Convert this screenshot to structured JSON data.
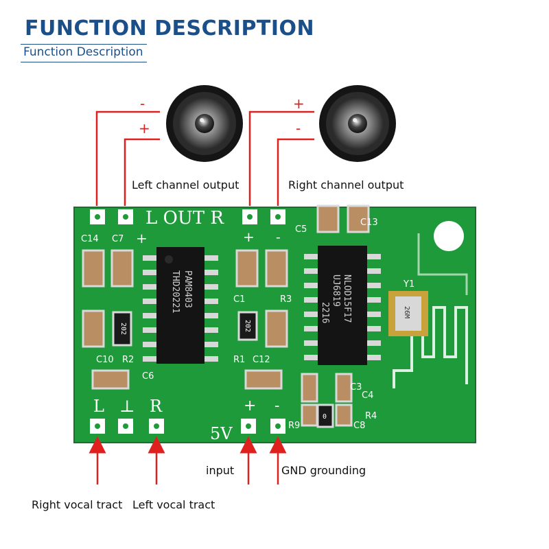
{
  "header": {
    "title": "FUNCTION DESCRIPTION",
    "subtitle": "Function Description"
  },
  "speakers": {
    "left": {
      "pin_top": "-",
      "pin_bottom": "+"
    },
    "right": {
      "pin_top": "+",
      "pin_bottom": "-"
    }
  },
  "labels": {
    "left_channel_output": "Left channel output",
    "right_channel_output": "Right channel output",
    "input": "input",
    "gnd_grounding": "GND grounding",
    "right_vocal_tract": "Right vocal tract",
    "left_vocal_tract": "Left vocal tract"
  },
  "board": {
    "silkscreen_top": "L OUT R",
    "silkscreen_bottom_left": [
      "L",
      "⊥",
      "R"
    ],
    "silkscreen_5v": "5V",
    "plus": "+",
    "minus": "-",
    "chip1_line1": "PAM8403",
    "chip1_line2": "THD20221",
    "chip2_line1": "NLOD15F17",
    "chip2_line2": "UJ6819",
    "chip2_line3": "2216",
    "refs": [
      "C14",
      "C7",
      "C5",
      "C13",
      "C1",
      "R1",
      "C12",
      "R2",
      "C10",
      "C6",
      "C3",
      "C4",
      "R4",
      "C8",
      "R9",
      "Y1",
      "R3"
    ],
    "resistor_marks": [
      "202",
      "202",
      "0"
    ],
    "crystal_mark": "26M"
  },
  "colors": {
    "heading": "#1b4f8a",
    "board_green": "#1f9a3a",
    "wire_red": "#e0201e",
    "chip_black": "#141414"
  }
}
